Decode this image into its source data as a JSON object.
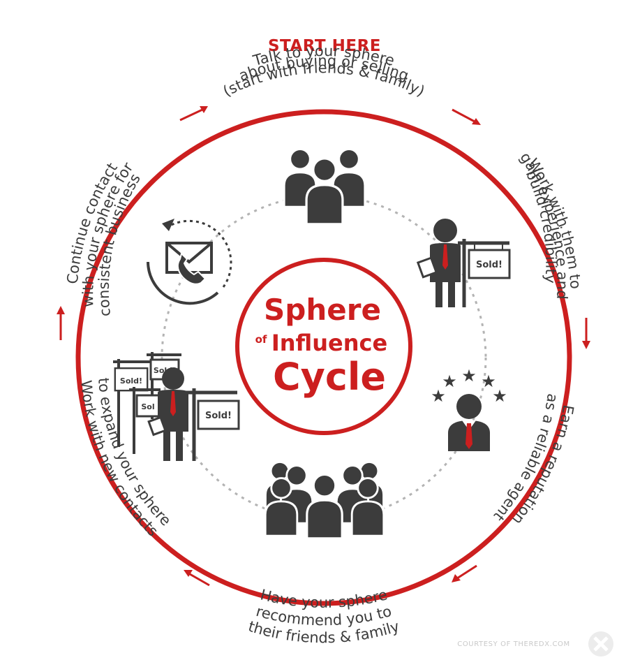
{
  "start_label": "START HERE",
  "steps": [
    {
      "lines": [
        "Talk to your sphere",
        "about buying or selling",
        "(start with friends & family)"
      ]
    },
    {
      "lines": [
        "Work with them to",
        "gain experience and",
        "build credibility"
      ]
    },
    {
      "lines": [
        "Earn a reputation",
        "as a reliable agent"
      ]
    },
    {
      "lines": [
        "Have your sphere",
        "recommend you to",
        "their friends & family"
      ]
    },
    {
      "lines": [
        "Work with new contacts",
        "to expand your sphere"
      ]
    },
    {
      "lines": [
        "Continue contact",
        "with your sphere for",
        "consistent business"
      ]
    }
  ],
  "center": {
    "line1": "Sphere",
    "of": "of",
    "line2": "Influence",
    "line3": "Cycle"
  },
  "sign_label": "Sold!",
  "credit": "COURTESY OF THEREDX.COM",
  "icons": [
    "group-icon",
    "agent-sold-sign-icon",
    "star-rating-agent-icon",
    "crowd-icon",
    "agent-multiple-signs-icon",
    "mail-phone-cycle-icon",
    "redx-logo-icon"
  ],
  "colors": {
    "accent": "#cc1f1f",
    "icon": "#3c3c3c",
    "text": "#3c3c3c",
    "dotted": "#b3b3b3",
    "credit": "#c9c9c9"
  }
}
